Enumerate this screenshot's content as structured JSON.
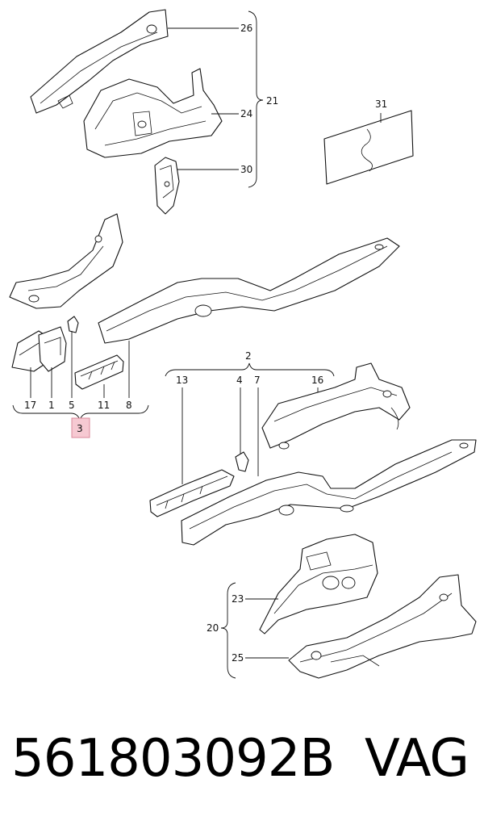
{
  "callouts": {
    "c2": "2",
    "c3": "3",
    "c4": "4",
    "c5": "5",
    "c7": "7",
    "c8": "8",
    "c11": "11",
    "c13": "13",
    "c16": "16",
    "c17": "17",
    "c1": "1",
    "c20": "20",
    "c21": "21",
    "c23": "23",
    "c24": "24",
    "c25": "25",
    "c26": "26",
    "c30": "30",
    "c31": "31"
  },
  "footer": {
    "part_number": "561803092B",
    "brand": "VAG"
  },
  "colors": {
    "highlight_fill": "#f6c9d2",
    "highlight_stroke": "#d9889a",
    "line": "#111111"
  }
}
